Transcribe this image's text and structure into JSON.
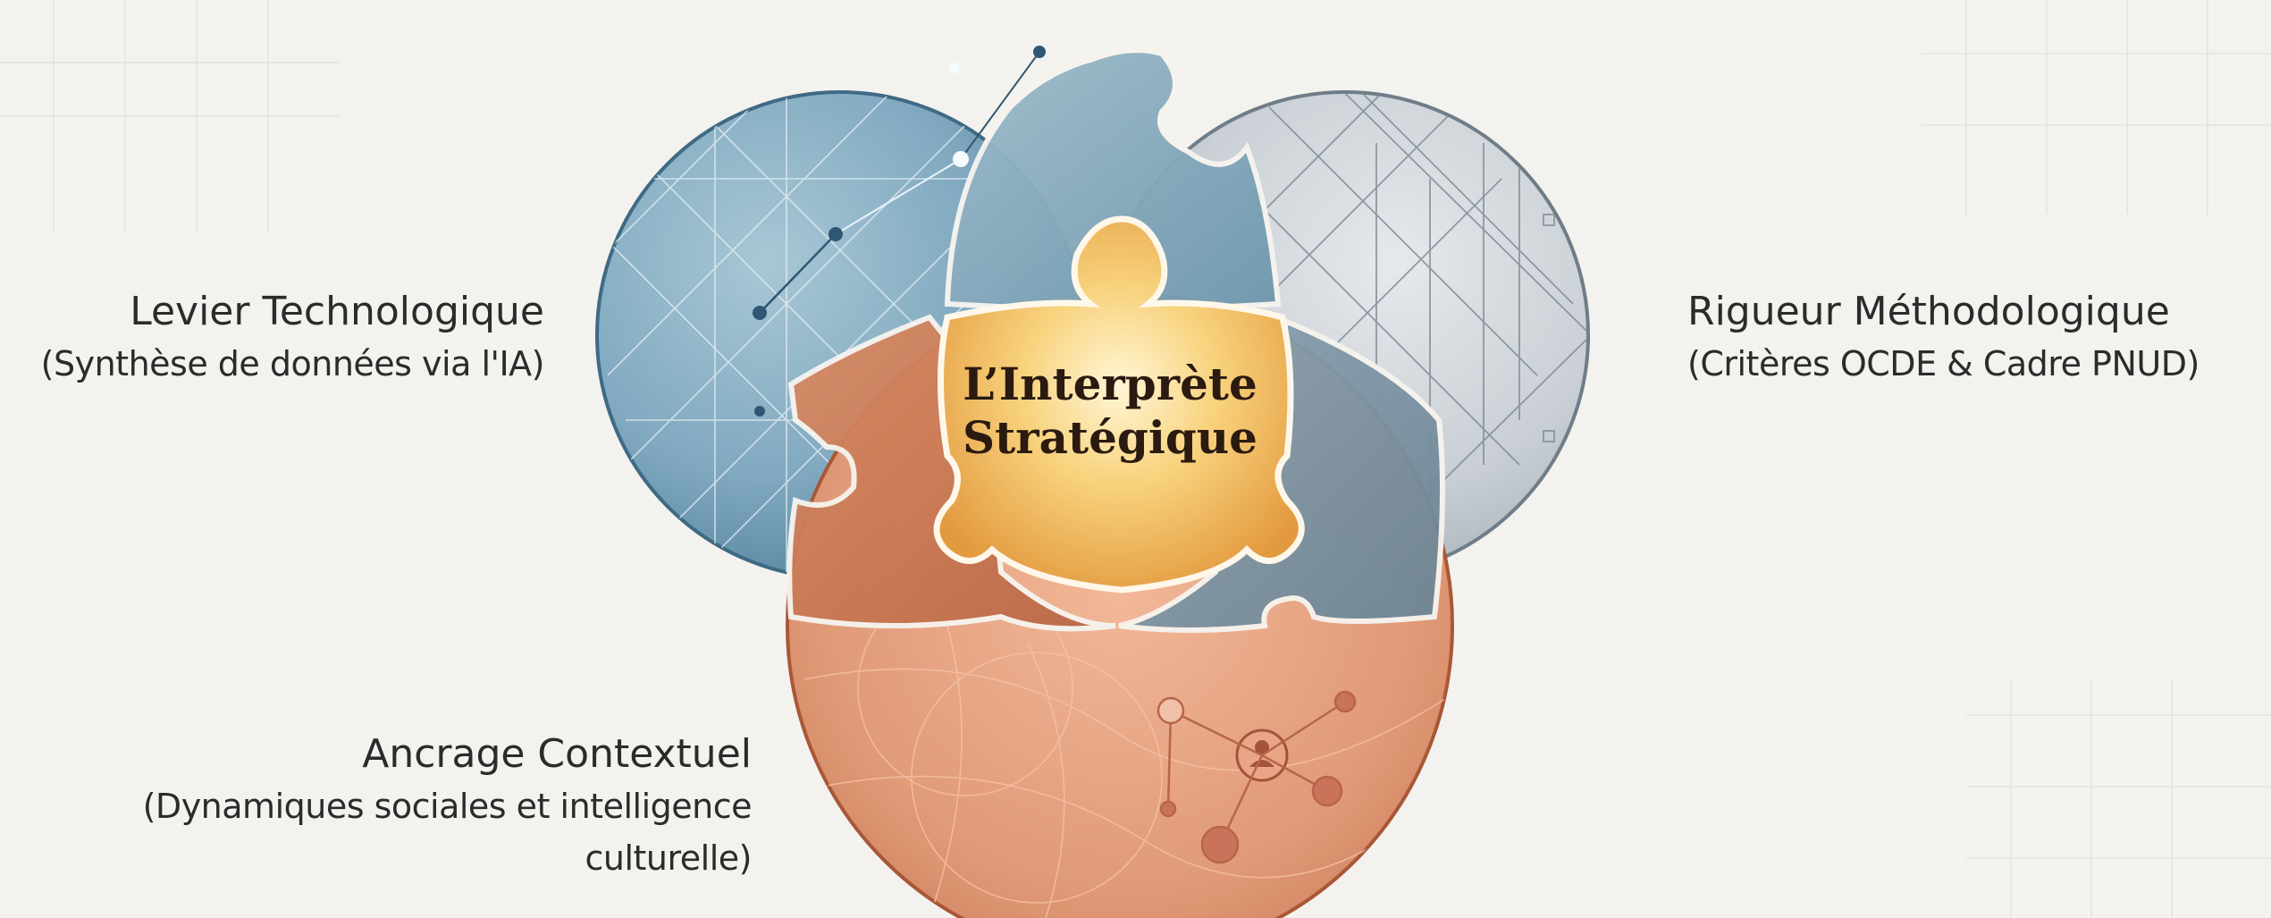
{
  "center": {
    "line1": "L’Interprète",
    "line2": "Stratégique"
  },
  "circles": {
    "technological": {
      "title": "Levier Technologique",
      "subtitle": "(Synthèse de données via l'IA)",
      "color": "#6f9bb3"
    },
    "methodological": {
      "title": "Rigueur Méthodologique",
      "subtitle": "(Critères OCDE & Cadre PNUD)",
      "color": "#b9c1c8"
    },
    "contextual": {
      "title": "Ancrage Contextuel",
      "subtitle_line1": "(Dynamiques sociales et intelligence",
      "subtitle_line2": "culturelle)",
      "color": "#d98b67"
    }
  },
  "icons": [
    "network-icon",
    "person-icon",
    "puzzle-icon"
  ]
}
